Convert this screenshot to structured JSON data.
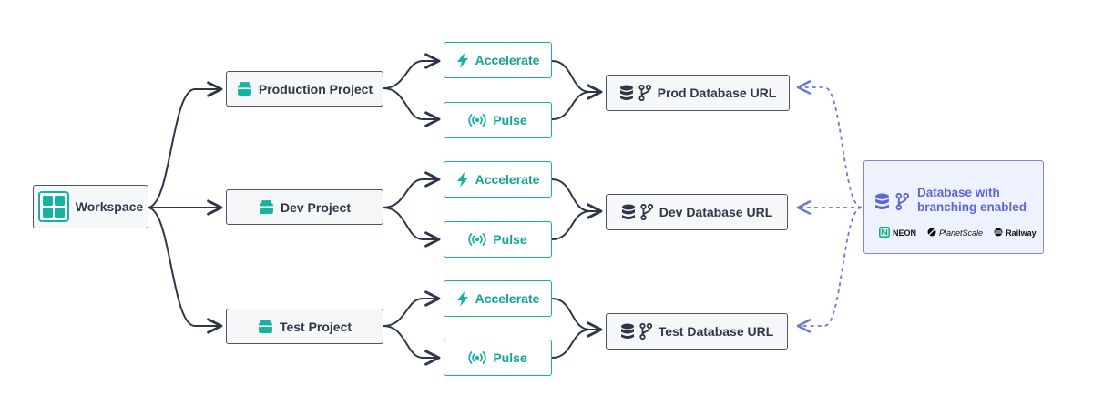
{
  "workspace": {
    "label": "Workspace",
    "icon": "workspace-grid-icon"
  },
  "projects": [
    {
      "label": "Production Project",
      "icon": "box-icon"
    },
    {
      "label": "Dev Project",
      "icon": "box-icon"
    },
    {
      "label": "Test Project",
      "icon": "box-icon"
    }
  ],
  "services": {
    "accelerate": {
      "label": "Accelerate",
      "icon": "lightning-icon"
    },
    "pulse": {
      "label": "Pulse",
      "icon": "broadcast-icon"
    }
  },
  "database_urls": [
    {
      "label": "Prod Database URL",
      "icons": [
        "database-icon",
        "branch-icon"
      ]
    },
    {
      "label": "Dev Database URL",
      "icons": [
        "database-icon",
        "branch-icon"
      ]
    },
    {
      "label": "Test Database URL",
      "icons": [
        "database-icon",
        "branch-icon"
      ]
    }
  ],
  "database_provider": {
    "title": "Database with\nbranching enabled",
    "icons": [
      "database-icon",
      "branch-icon"
    ],
    "logos": [
      {
        "label": "NEON",
        "icon": "neon-logo-icon"
      },
      {
        "label": "PlanetScale",
        "icon": "planetscale-logo-icon"
      },
      {
        "label": "Railway",
        "icon": "railway-logo-icon"
      }
    ]
  },
  "colors": {
    "node_border": "#4b5563",
    "node_fill": "#f6f7f9",
    "accent_teal": "#16b3a1",
    "provider_purple": "#5a67d8",
    "provider_fill": "#eef2ff",
    "edge": "#2d3748"
  }
}
